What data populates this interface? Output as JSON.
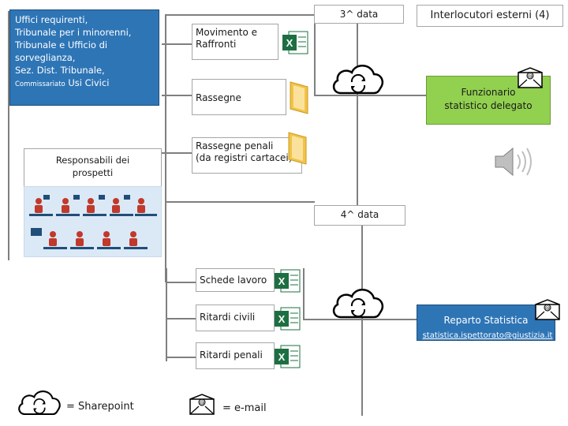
{
  "uffici": {
    "line1": "Uffici requirenti,",
    "line2": "Tribunale per i minorenni,",
    "line3": "Tribunale e Ufficio di",
    "line4": "sorveglianza,",
    "line5": "Sez. Dist. Tribunale,",
    "line6_small": "Commissariato",
    "line6_rest": "Usi Civici"
  },
  "responsabili": {
    "line1": "Responsabili dei",
    "line2": "prospetti"
  },
  "documents": {
    "movimento_line1": "Movimento e",
    "movimento_line2": "Raffronti",
    "rassegne": "Rassegne",
    "rassegne_penali_line1": "Rassegne penali",
    "rassegne_penali_line2": "(da registri cartacei)",
    "schede": "Schede lavoro",
    "ritardi_civili": "Ritardi civili",
    "ritardi_penali": "Ritardi penali"
  },
  "dates": {
    "third": "3^ data",
    "fourth": "4^ data"
  },
  "interlocutori": "Interlocutori esterni (4)",
  "funzionario": {
    "line1": "Funzionario",
    "line2": "statistico delegato"
  },
  "reparto": {
    "title": "Reparto Statistica",
    "email": "statistica.ispettorato@giustizia.it"
  },
  "legend": {
    "sharepoint": "= Sharepoint",
    "email": "= e-mail"
  },
  "icons": {
    "excel": "excel-icon",
    "folder": "folder-icon",
    "cloud": "cloud-sync-icon",
    "mail": "email-icon",
    "speaker": "speaker-icon",
    "people": "people-at-desks-icon"
  },
  "colors": {
    "blue_box": "#2e75b6",
    "green_box": "#92d050",
    "excel": "#1d6f42",
    "folder": "#f2c34a"
  }
}
